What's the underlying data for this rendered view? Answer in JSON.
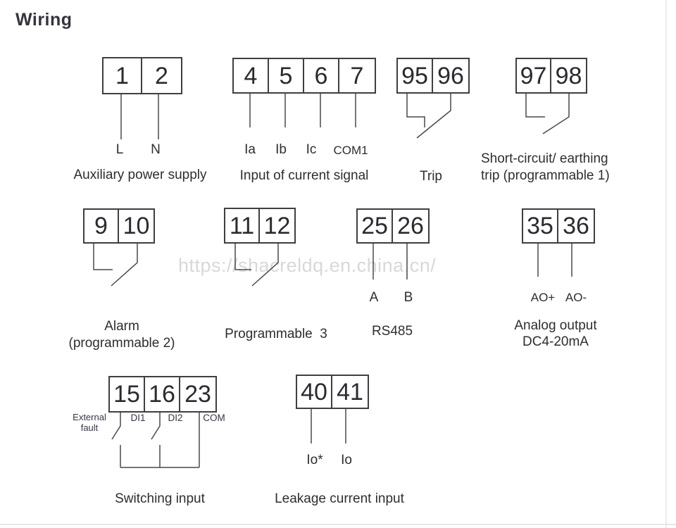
{
  "page": {
    "title": "Wiring",
    "watermark": "https://shacreldq.en.china.cn/"
  },
  "colors": {
    "background": "#ffffff",
    "line": "#48484c",
    "terminal_border": "#3e3e43",
    "text": "#2d2d33",
    "watermark": "#d8d8d8"
  },
  "groups": [
    {
      "id": "aux-power",
      "terminals": [
        "1",
        "2"
      ],
      "wire_labels": [
        "L",
        "N"
      ],
      "caption": "Auxiliary power supply"
    },
    {
      "id": "current-input",
      "terminals": [
        "4",
        "5",
        "6",
        "7"
      ],
      "wire_labels": [
        "Ia",
        "Ib",
        "Ic",
        "COM1"
      ],
      "caption": "Input of current signal"
    },
    {
      "id": "trip",
      "terminals": [
        "95",
        "96"
      ],
      "wire_labels": [],
      "caption": "Trip"
    },
    {
      "id": "short-circuit-trip",
      "terminals": [
        "97",
        "98"
      ],
      "wire_labels": [],
      "caption": "Short-circuit/ earthing\ntrip (programmable 1)"
    },
    {
      "id": "alarm",
      "terminals": [
        "9",
        "10"
      ],
      "wire_labels": [],
      "caption": "Alarm\n(programmable 2)"
    },
    {
      "id": "programmable-3",
      "terminals": [
        "11",
        "12"
      ],
      "wire_labels": [],
      "caption": "Programmable  3"
    },
    {
      "id": "rs485",
      "terminals": [
        "25",
        "26"
      ],
      "wire_labels": [
        "A",
        "B"
      ],
      "caption": "RS485"
    },
    {
      "id": "analog-output",
      "terminals": [
        "35",
        "36"
      ],
      "wire_labels": [
        "AO+",
        "AO-"
      ],
      "caption": "Analog output\nDC4-20mA"
    },
    {
      "id": "switching-input",
      "terminals": [
        "15",
        "16",
        "23"
      ],
      "wire_labels": [
        "External\nfault",
        "DI1",
        "DI2",
        "COM"
      ],
      "caption": "Switching input"
    },
    {
      "id": "leakage-input",
      "terminals": [
        "40",
        "41"
      ],
      "wire_labels": [
        "Io*",
        "Io"
      ],
      "caption": "Leakage current input"
    }
  ]
}
